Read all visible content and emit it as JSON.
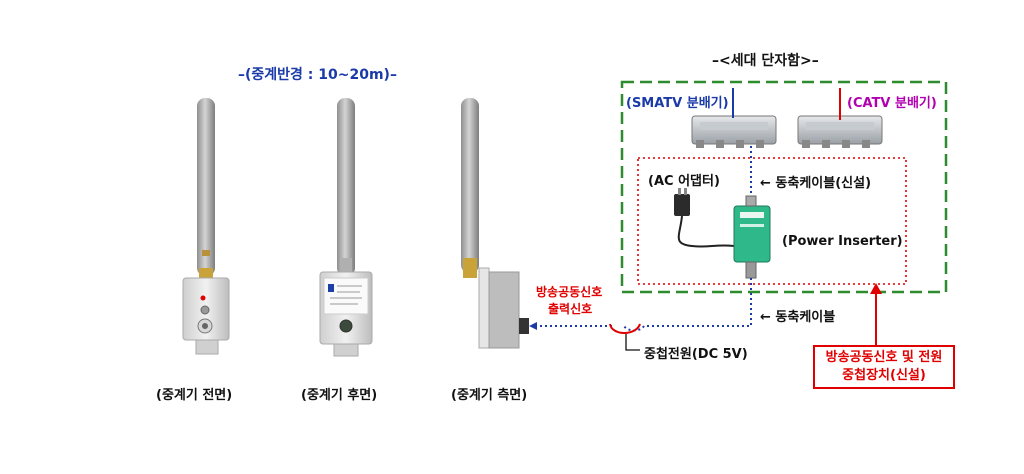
{
  "title_range": "–(중계반경 : 10~20m)–",
  "title_box": "–<세대 단자함>–",
  "smatv_label": "(SMATV 분배기)",
  "catv_label": "(CATV 분배기)",
  "ac_adapter_label": "(AC 어댑터)",
  "coax_new_label": "← 동축케이블(신설)",
  "power_inserter_label": "(Power Inserter)",
  "coax_label": "← 동축케이블",
  "output_signal_line1": "방송공동신호",
  "output_signal_line2": "출력신호",
  "superposed_power": "중첩전원(DC 5V)",
  "callout_text": "방송공동신호 및 전원 중첩장치(신설)",
  "caption_front": "(중계기 전면)",
  "caption_back": "(중계기 후면)",
  "caption_side": "(중계기 측면)",
  "colors": {
    "blue_line": "#1a3aa8",
    "red": "#e00000",
    "green_dash": "#2e8b2e",
    "catv": "#b000b0",
    "inserter": "#2fb88a"
  }
}
